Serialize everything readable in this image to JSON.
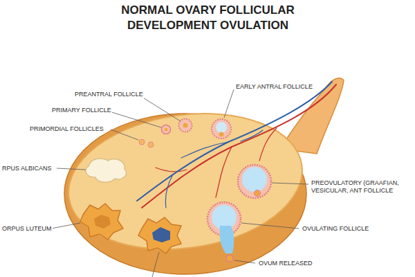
{
  "diagram": {
    "title": "NORMAL OVARY FOLLICULAR DEVELOPMENT OVULATION",
    "labels": [
      "EARLY ANTRAL FOLLICLE",
      "PREANTRAL FOLLICLE",
      "PRIMARY FOLLICLE",
      "PRIMORDIAL FOLLICLES",
      "RPUS ALBICANS",
      "PREOVULATORY (GRAAFIAN, VESICULAR, ANT FOLLICLE",
      "ORPUS LUTEUM",
      "OVULATING FOLLICLE",
      "OVUM RELEASED"
    ]
  }
}
